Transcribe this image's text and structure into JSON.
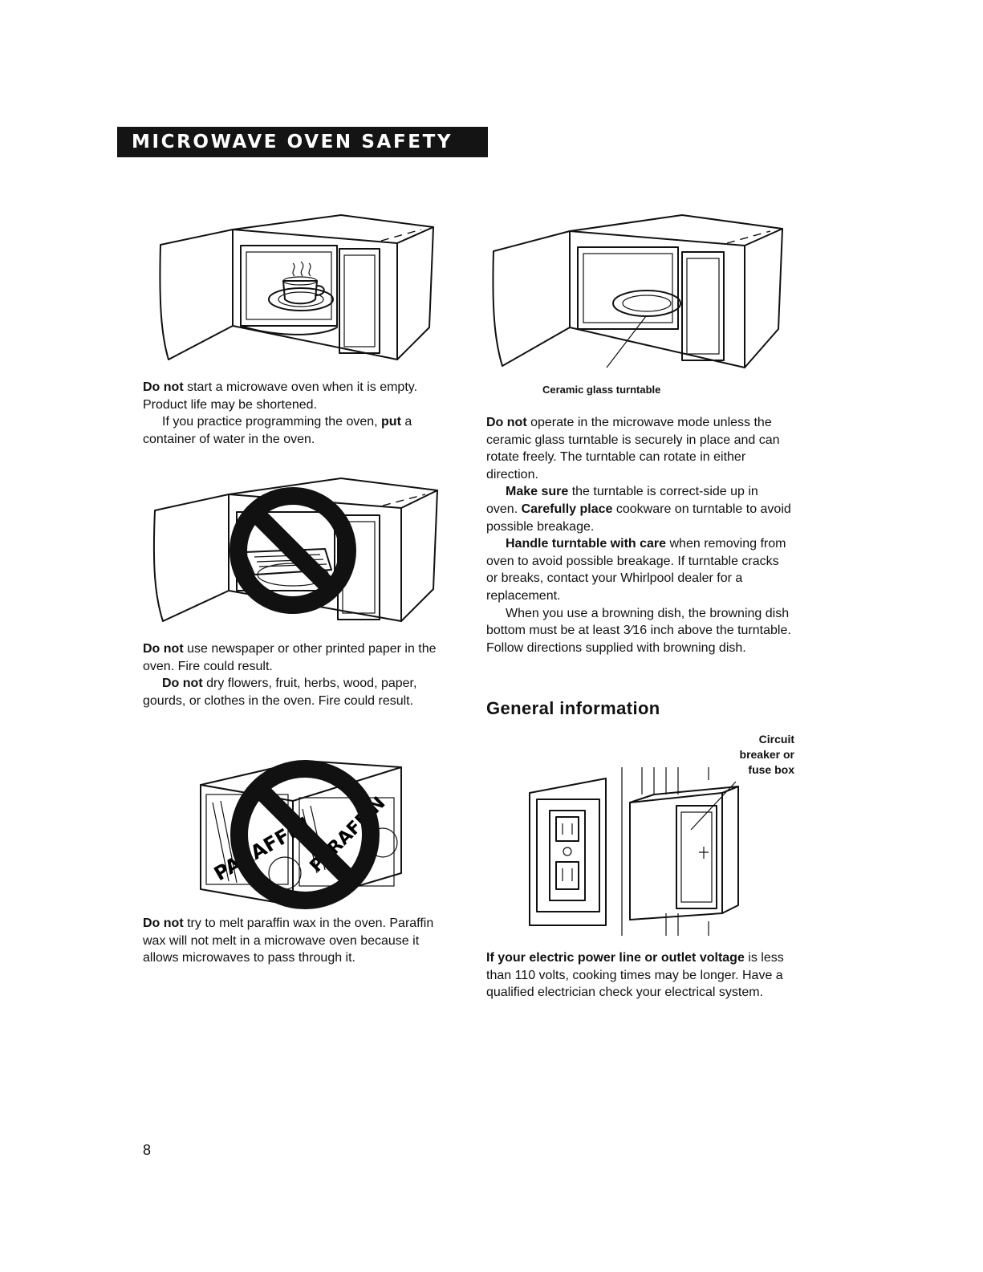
{
  "header": {
    "title": "MICROWAVE OVEN SAFETY"
  },
  "sections": {
    "empty_oven": {
      "p1_bold": "Do not",
      "p1_text": " start a microwave oven when it is empty. Product life may be shortened.",
      "p2_text": "If you practice programming the oven, ",
      "p2_bold": "put",
      "p2_text2": " a container of water in the oven."
    },
    "newspaper": {
      "p1_bold": "Do not",
      "p1_text": " use newspaper or other printed paper in the oven. Fire could result.",
      "p2_bold": "Do not",
      "p2_text": " dry flowers, fruit, herbs, wood, paper, gourds, or clothes in the oven. Fire could result."
    },
    "paraffin": {
      "p1_bold": "Do not",
      "p1_text": " try to melt paraffin wax in the oven. Paraffin wax will not melt in a microwave oven because it allows microwaves to pass through it.",
      "box_label_1": "PARAFFIN",
      "box_label_2": "PARAFFIN"
    },
    "turntable": {
      "caption": "Ceramic glass turntable",
      "p1_bold": "Do not",
      "p1_text": " operate in the microwave mode unless the ceramic glass turntable is securely in place and can rotate freely. The turntable can rotate in either direction.",
      "p2_bold": "Make sure",
      "p2_text": " the turntable is correct-side up in oven. ",
      "p2_bold2": "Carefully place",
      "p2_text2": " cookware on turntable to avoid possible breakage.",
      "p3_bold": "Handle turntable with care",
      "p3_text": " when removing from oven to avoid possible breakage. If turntable cracks or breaks, contact your Whirlpool dealer for a replacement.",
      "p4_text": "When you use a browning dish, the browning dish bottom must be at least ",
      "p4_fraction": "3⁄16",
      "p4_text2": " inch above the turntable. Follow directions supplied with browning dish."
    },
    "general": {
      "heading": "General information",
      "callout_1": "Circuit",
      "callout_2": "breaker or",
      "callout_3": "fuse box",
      "p1_bold": "If your electric power line or outlet voltage",
      "p1_text": " is less than 110 volts, cooking times may be longer. Have a qualified electrician check your electrical system."
    }
  },
  "page_number": "8"
}
